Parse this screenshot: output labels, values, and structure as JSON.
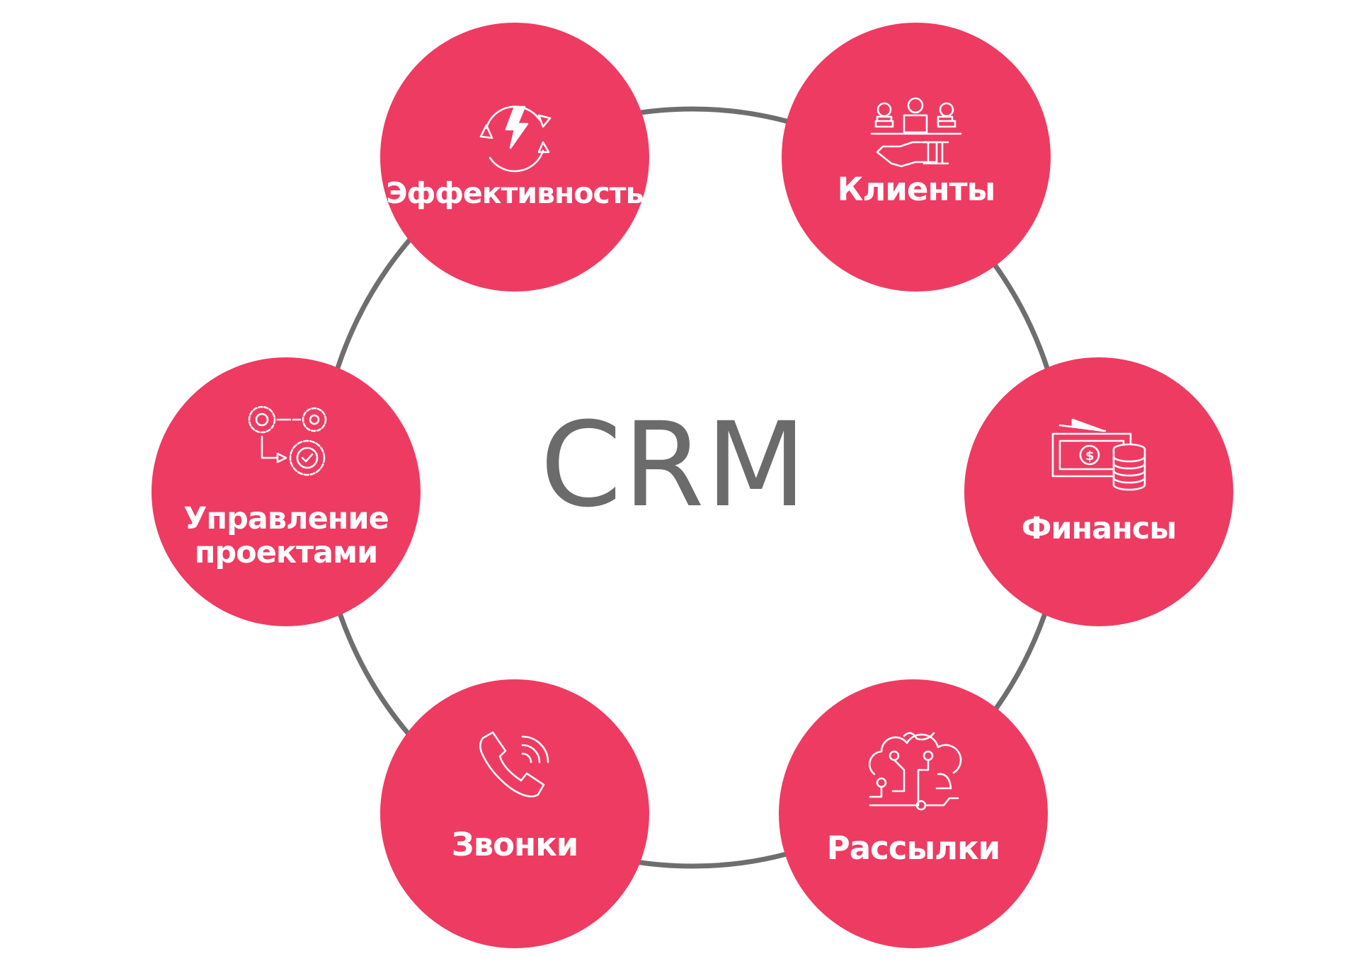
{
  "center": {
    "title": "CRM"
  },
  "colors": {
    "node_fill": "#ee3b62",
    "ring_stroke": "#6e6e6e",
    "center_text": "#6b6b6b",
    "label_text": "#ffffff"
  },
  "nodes": [
    {
      "id": "efficiency",
      "label": "Эффективность",
      "icon": "lightning-cycle-icon"
    },
    {
      "id": "clients",
      "label": "Клиенты",
      "icon": "people-hand-icon"
    },
    {
      "id": "finance",
      "label": "Финансы",
      "icon": "money-coins-icon"
    },
    {
      "id": "mailing",
      "label": "Рассылки",
      "icon": "cloud-network-icon"
    },
    {
      "id": "calls",
      "label": "Звонки",
      "icon": "phone-call-icon"
    },
    {
      "id": "projects",
      "label_line1": "Управление",
      "label_line2": "проектами",
      "icon": "gears-workflow-icon"
    }
  ]
}
